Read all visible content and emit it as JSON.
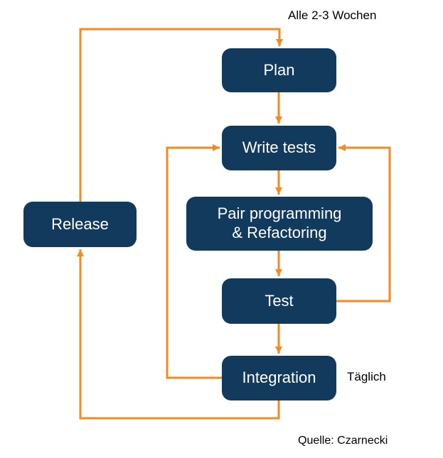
{
  "diagram": {
    "annotations": {
      "cycle_label": "Alle 2-3 Wochen",
      "daily_label": "Täglich",
      "source_label": "Quelle: Czarnecki"
    },
    "nodes": {
      "plan": "Plan",
      "write_tests": "Write tests",
      "pair_programming": "Pair programming\n& Refactoring",
      "test": "Test",
      "integration": "Integration",
      "release": "Release"
    },
    "colors": {
      "node_fill": "#123A5C",
      "node_text": "#FFFFFF",
      "connector": "#F6891F",
      "annotation_text": "#000000",
      "background": "#FFFFFF"
    }
  }
}
